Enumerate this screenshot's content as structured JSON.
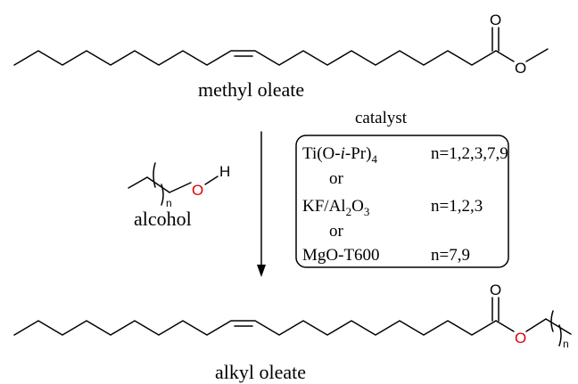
{
  "reactant": {
    "name": "methyl oleate",
    "carbonyl_o": "O",
    "ester_o": "O"
  },
  "reagent": {
    "name": "alcohol",
    "subscript": "n",
    "oxygen": "O",
    "hydrogen": "H"
  },
  "catalyst_box": {
    "title": "catalyst",
    "rows": [
      {
        "name_pre": "Ti(O-",
        "name_italic": "i",
        "name_post": "-Pr)",
        "name_sub": "4",
        "n_values": "n=1,2,3,7,9"
      },
      {
        "or": "or"
      },
      {
        "name_pre": "KF/Al",
        "name_sub1": "2",
        "name_mid": "O",
        "name_sub2": "3",
        "n_values": "n=1,2,3"
      },
      {
        "or": "or"
      },
      {
        "name": "MgO-T600",
        "n_values": "n=7,9"
      }
    ]
  },
  "product": {
    "name": "alkyl oleate",
    "carbonyl_o": "O",
    "ester_o": "O",
    "subscript": "n"
  },
  "colors": {
    "bond": "#000000",
    "heteroatom_red": "#e00000",
    "box_border": "#000000"
  }
}
